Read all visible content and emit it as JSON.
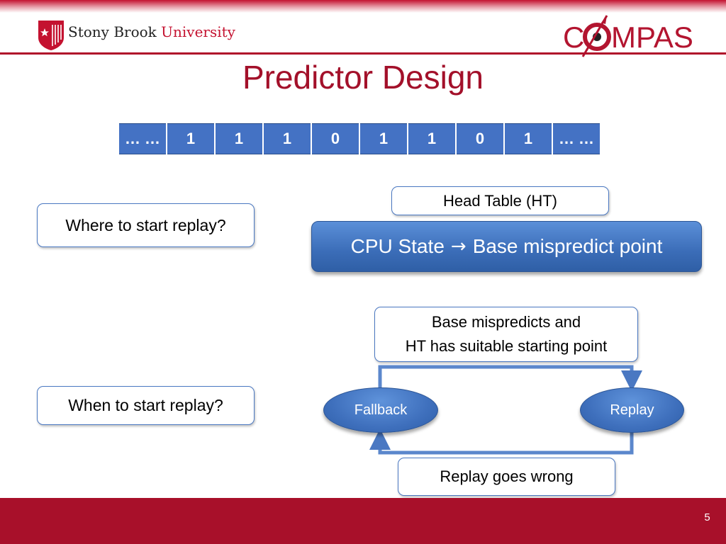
{
  "header": {
    "university_name": "Stony Brook ",
    "university_suffix": "University",
    "lab_logo": {
      "left": "C",
      "middle": "O",
      "right": "MPAS"
    }
  },
  "slide": {
    "title": "Predictor Design",
    "page_number": "5"
  },
  "bit_history": [
    "… …",
    "1",
    "1",
    "1",
    "0",
    "1",
    "1",
    "0",
    "1",
    "… …"
  ],
  "questions": {
    "where": "Where to start replay?",
    "when": "When to start replay?"
  },
  "head_table": "Head Table (HT)",
  "cpu_state": {
    "left": "CPU State",
    "arrow": "→",
    "right": "Base mispredict point"
  },
  "state_machine": {
    "condition_line1": "Base mispredicts and",
    "condition_line2": "HT has suitable starting point",
    "fallback": "Fallback",
    "replay": "Replay",
    "back_condition": "Replay goes wrong"
  },
  "colors": {
    "brand_red": "#a8102a",
    "accent_blue": "#4472c4"
  }
}
